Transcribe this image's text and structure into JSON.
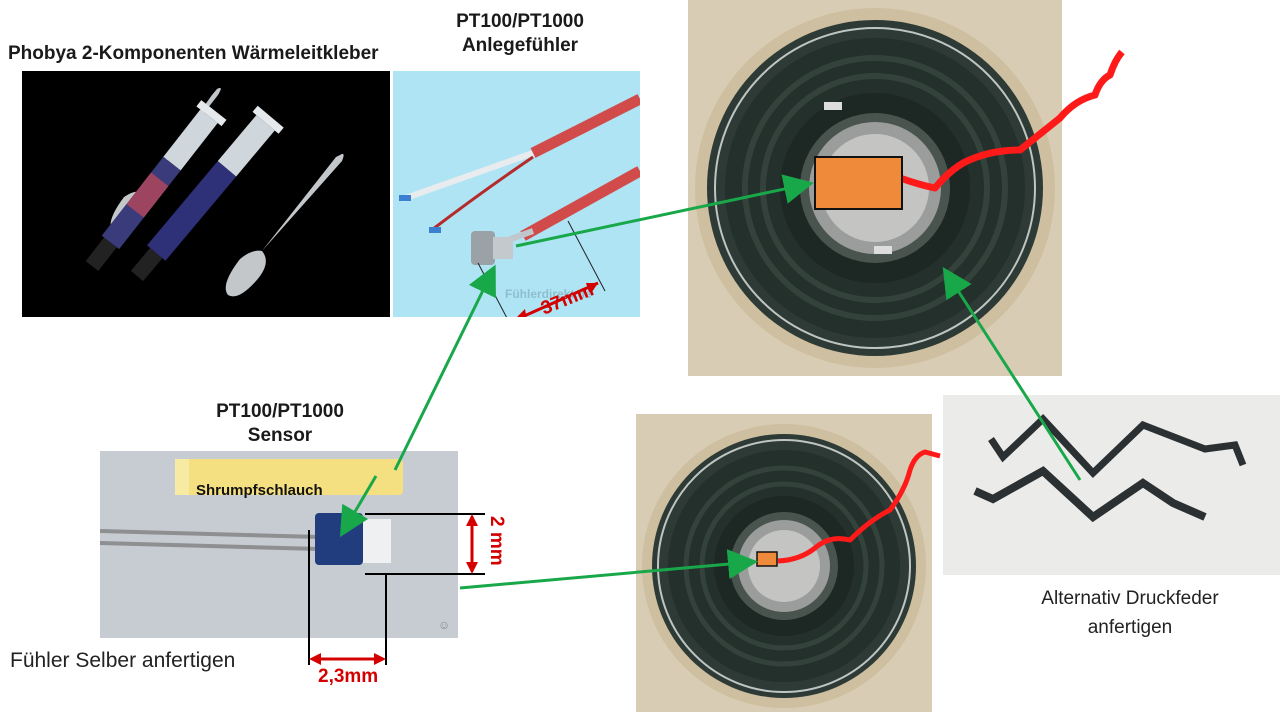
{
  "labels": {
    "adhesive_title": "Phobya 2-Komponenten Wärmeleitkleber",
    "probe_title_line1": "PT100/PT1000",
    "probe_title_line2": "Anlegefühler",
    "sensor_title_line1": "PT100/PT1000",
    "sensor_title_line2": "Sensor",
    "shrink_tube": "Shrumpfschlauch",
    "dim_37": "37mm",
    "dim_2": "2 mm",
    "dim_23": "2,3mm",
    "diy_sensor": "Fühler Selber anfertigen",
    "spring_line1": "Alternativ Druckfeder",
    "spring_line2": "anfertigen",
    "watermark": "Fühlerdirekt.de"
  },
  "colors": {
    "arrow_green": "#18a84a",
    "wire_red": "#ff1a1a",
    "sensor_box_orange": "#ee8a3a",
    "dimension_red": "#d40000",
    "probe_bg": "#aee4f3"
  },
  "icons": [
    "syringe-icon",
    "spatula-icon",
    "probe-cable-icon",
    "sensor-chip-icon",
    "spring-icon",
    "thermowell-icon"
  ]
}
